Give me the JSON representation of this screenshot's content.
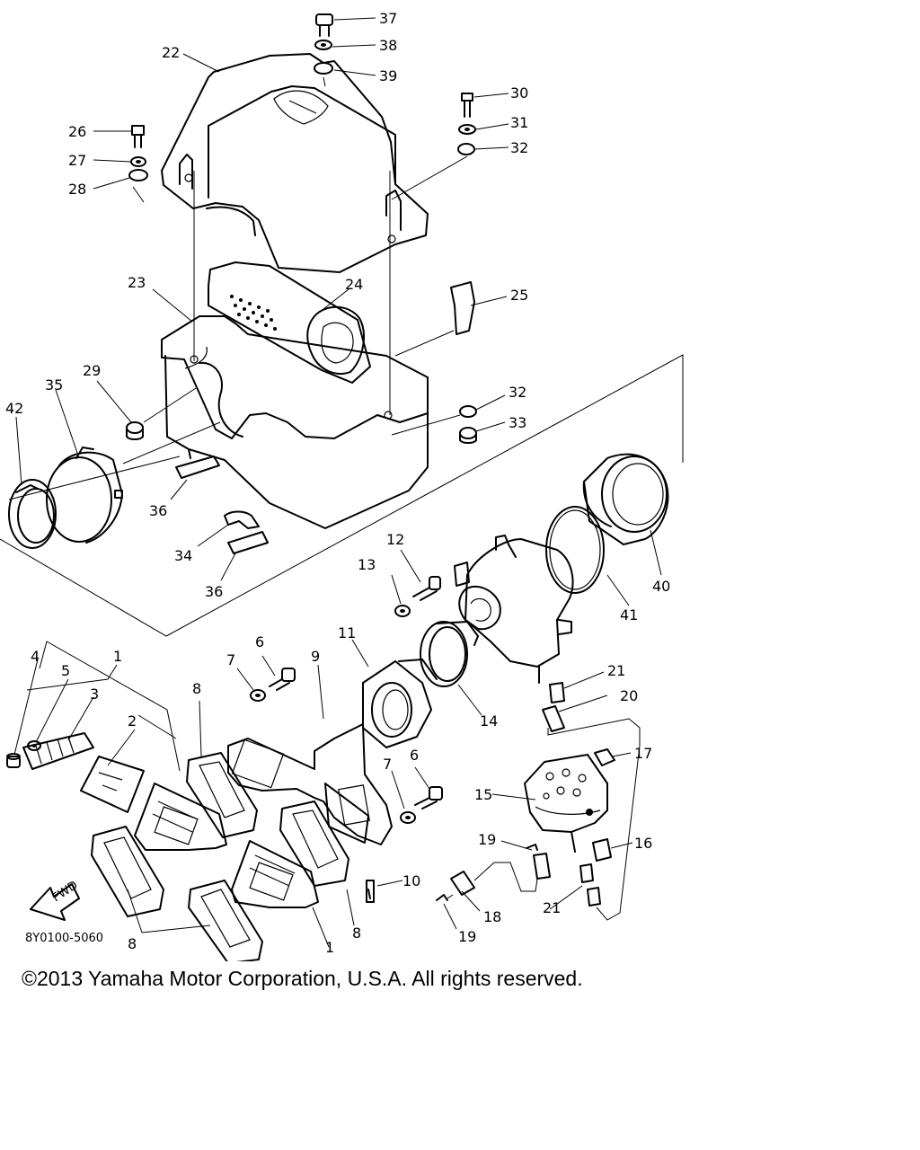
{
  "diagram": {
    "callouts": [
      "37",
      "38",
      "39",
      "22",
      "30",
      "31",
      "32",
      "26",
      "27",
      "28",
      "23",
      "24",
      "25",
      "29",
      "35",
      "42",
      "32",
      "33",
      "36",
      "34",
      "36",
      "40",
      "41",
      "12",
      "13",
      "11",
      "4",
      "5",
      "1",
      "3",
      "2",
      "6",
      "7",
      "9",
      "8",
      "14",
      "21",
      "20",
      "17",
      "15",
      "7",
      "6",
      "19",
      "16",
      "10",
      "18",
      "21",
      "19",
      "8",
      "1",
      "8"
    ],
    "part_number_code": "8Y0100-5060",
    "fwd_badge": "FWD"
  },
  "footer": {
    "copyright": "©2013 Yamaha Motor Corporation, U.S.A. All rights reserved."
  }
}
